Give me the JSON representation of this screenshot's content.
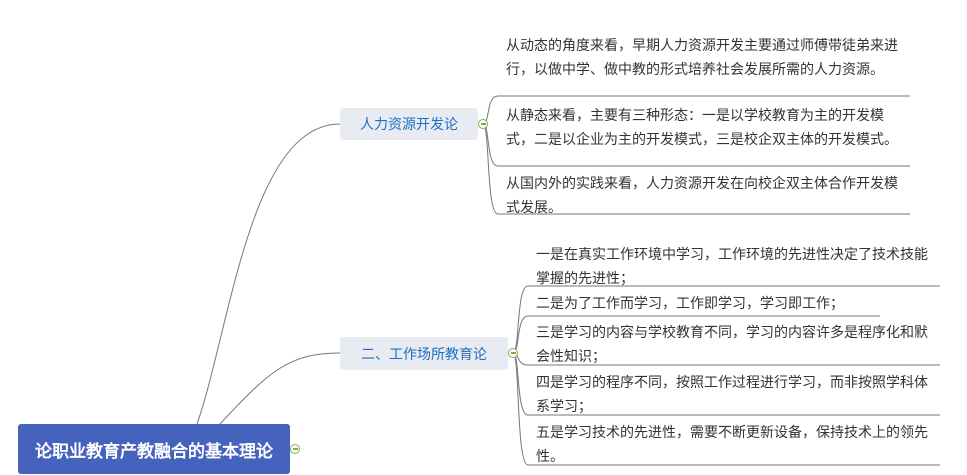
{
  "root": {
    "label": "论职业教育产教融合的基本理论"
  },
  "branches": [
    {
      "label": "人力资源开发论",
      "leaves": [
        "从动态的角度来看，早期人力资源开发主要通过师傅带徒弟来进行，以做中学、做中教的形式培养社会发展所需的人力资源。",
        "从静态来看，主要有三种形态：一是以学校教育为主的开发模式，二是以企业为主的开发模式，三是校企双主体的开发模式。",
        "从国内外的实践来看，人力资源开发在向校企双主体合作开发模式发展。"
      ]
    },
    {
      "label": "二、工作场所教育论",
      "leaves": [
        "一是在真实工作环境中学习，工作环境的先进性决定了技术技能掌握的先进性；",
        "二是为了工作而学习，工作即学习，学习即工作；",
        "三是学习的内容与学校教育不同，学习的内容许多是程序化和默会性知识；",
        "四是学习的程序不同，按照工作过程进行学习，而非按照学科体系学习；",
        "五是学习技术的先进性，需要不断更新设备，保持技术上的领先性。"
      ]
    }
  ]
}
